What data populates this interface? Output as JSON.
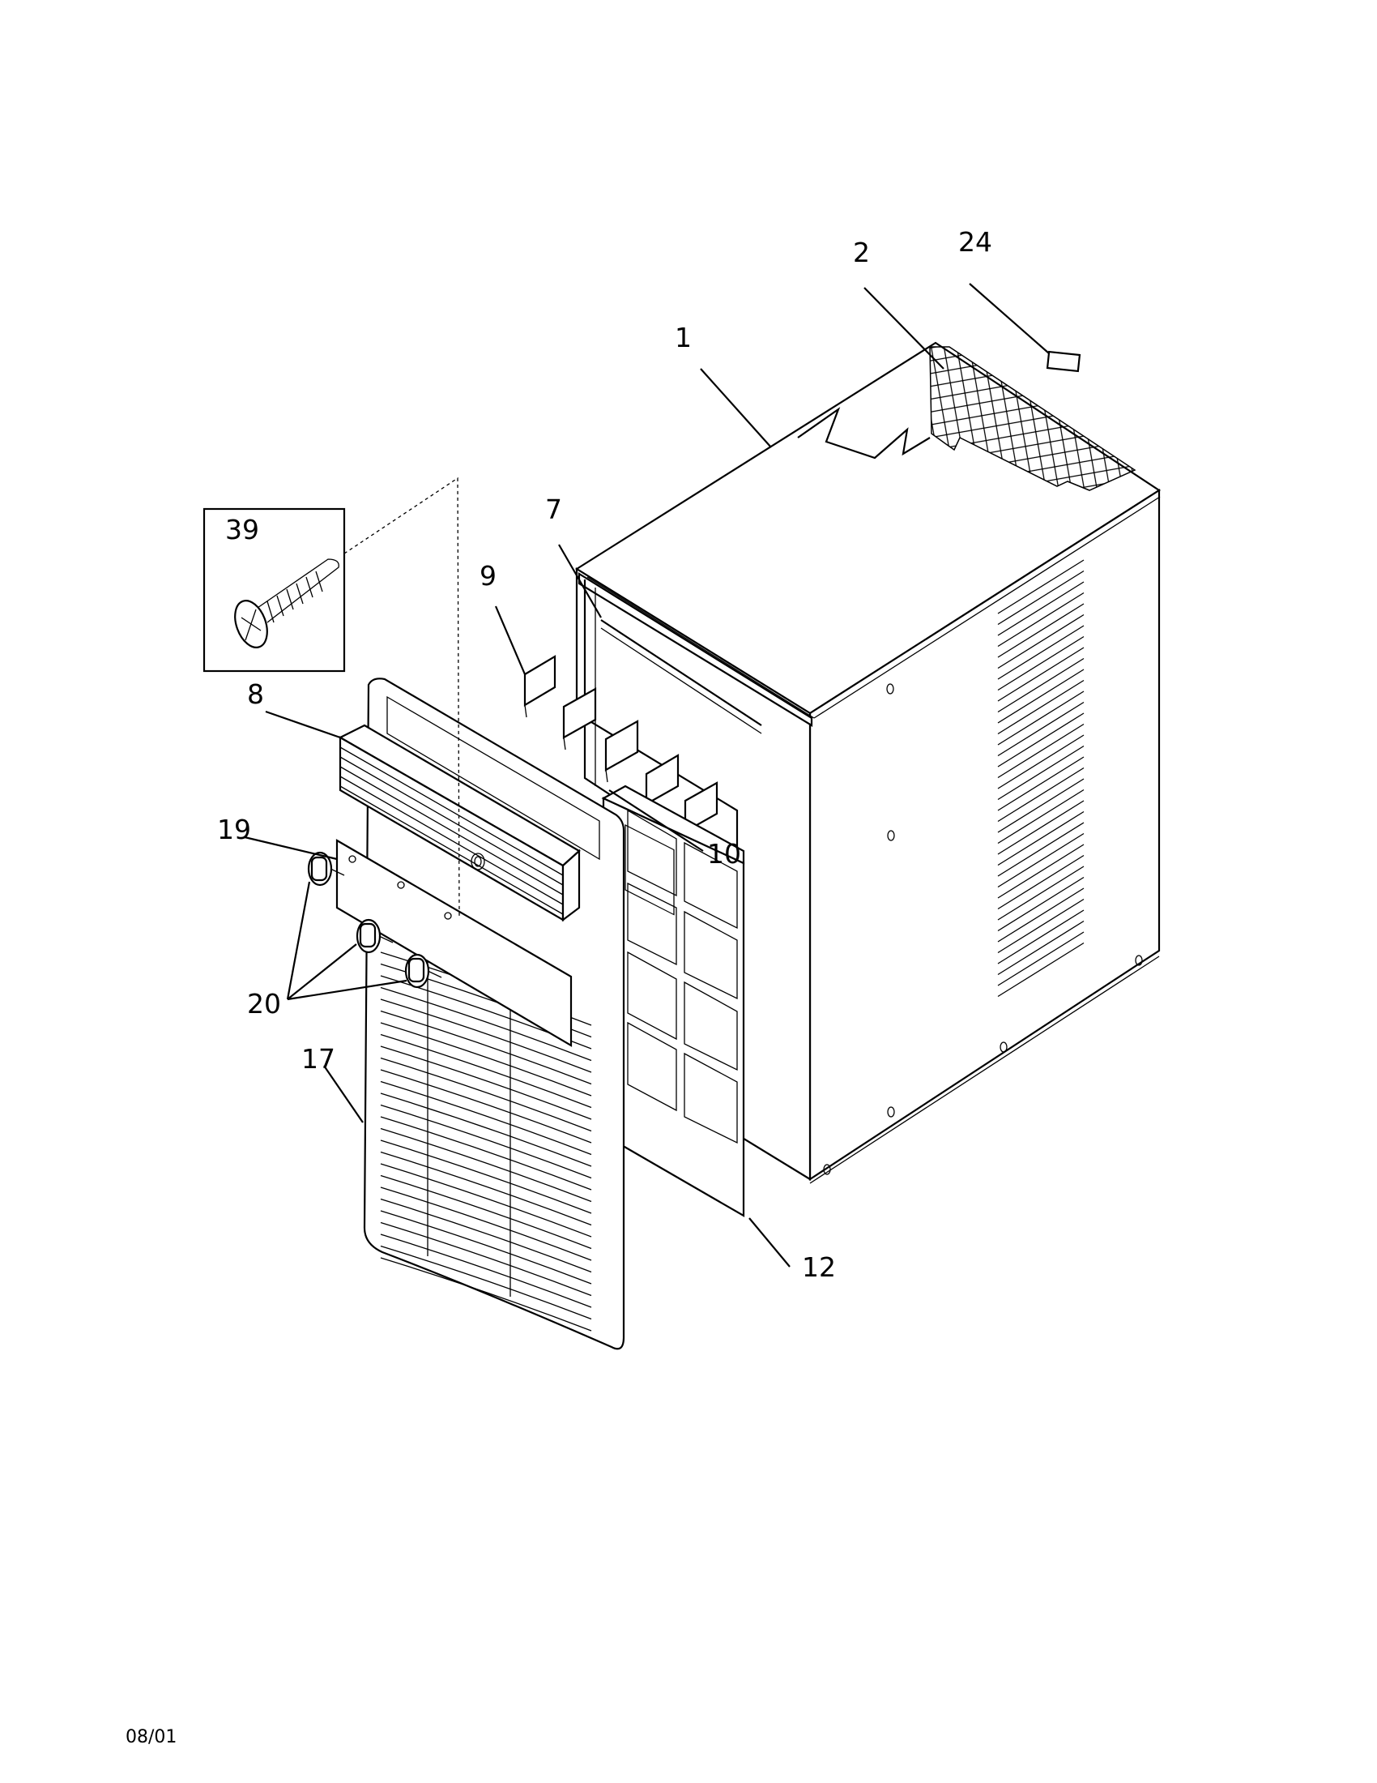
{
  "callouts": {
    "c1": "1",
    "c2": "2",
    "c24": "24",
    "c39": "39",
    "c7": "7",
    "c9": "9",
    "c8": "8",
    "c10": "10",
    "c19": "19",
    "c20": "20",
    "c17": "17",
    "c12": "12"
  },
  "footer": {
    "date": "08/01"
  }
}
